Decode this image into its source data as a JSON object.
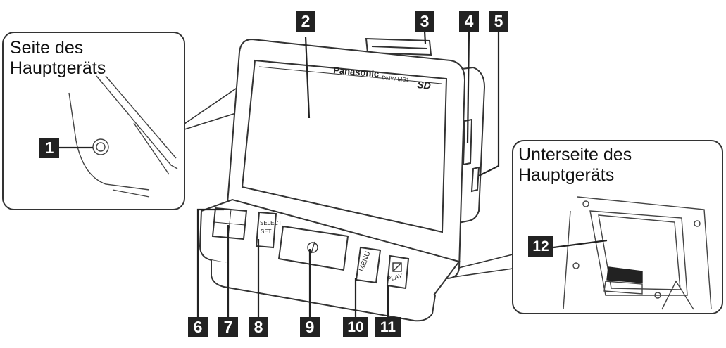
{
  "inset_side": {
    "caption_line1": "Seite des",
    "caption_line2": "Hauptgeräts"
  },
  "inset_bottom": {
    "caption_line1": "Unterseite des",
    "caption_line2": "Hauptgeräts"
  },
  "device": {
    "brand": "Panasonic",
    "model": "DMW-MS1",
    "sd_logo": "SD"
  },
  "button_marks": {
    "select_line1": "SELECT",
    "select_line2": "SET",
    "menu": "MENU",
    "play": "PLAY"
  },
  "callouts": [
    "1",
    "2",
    "3",
    "4",
    "5",
    "6",
    "7",
    "8",
    "9",
    "10",
    "11",
    "12"
  ],
  "colors": {
    "badge": "#222222",
    "line": "#333333",
    "background": "#ffffff"
  }
}
